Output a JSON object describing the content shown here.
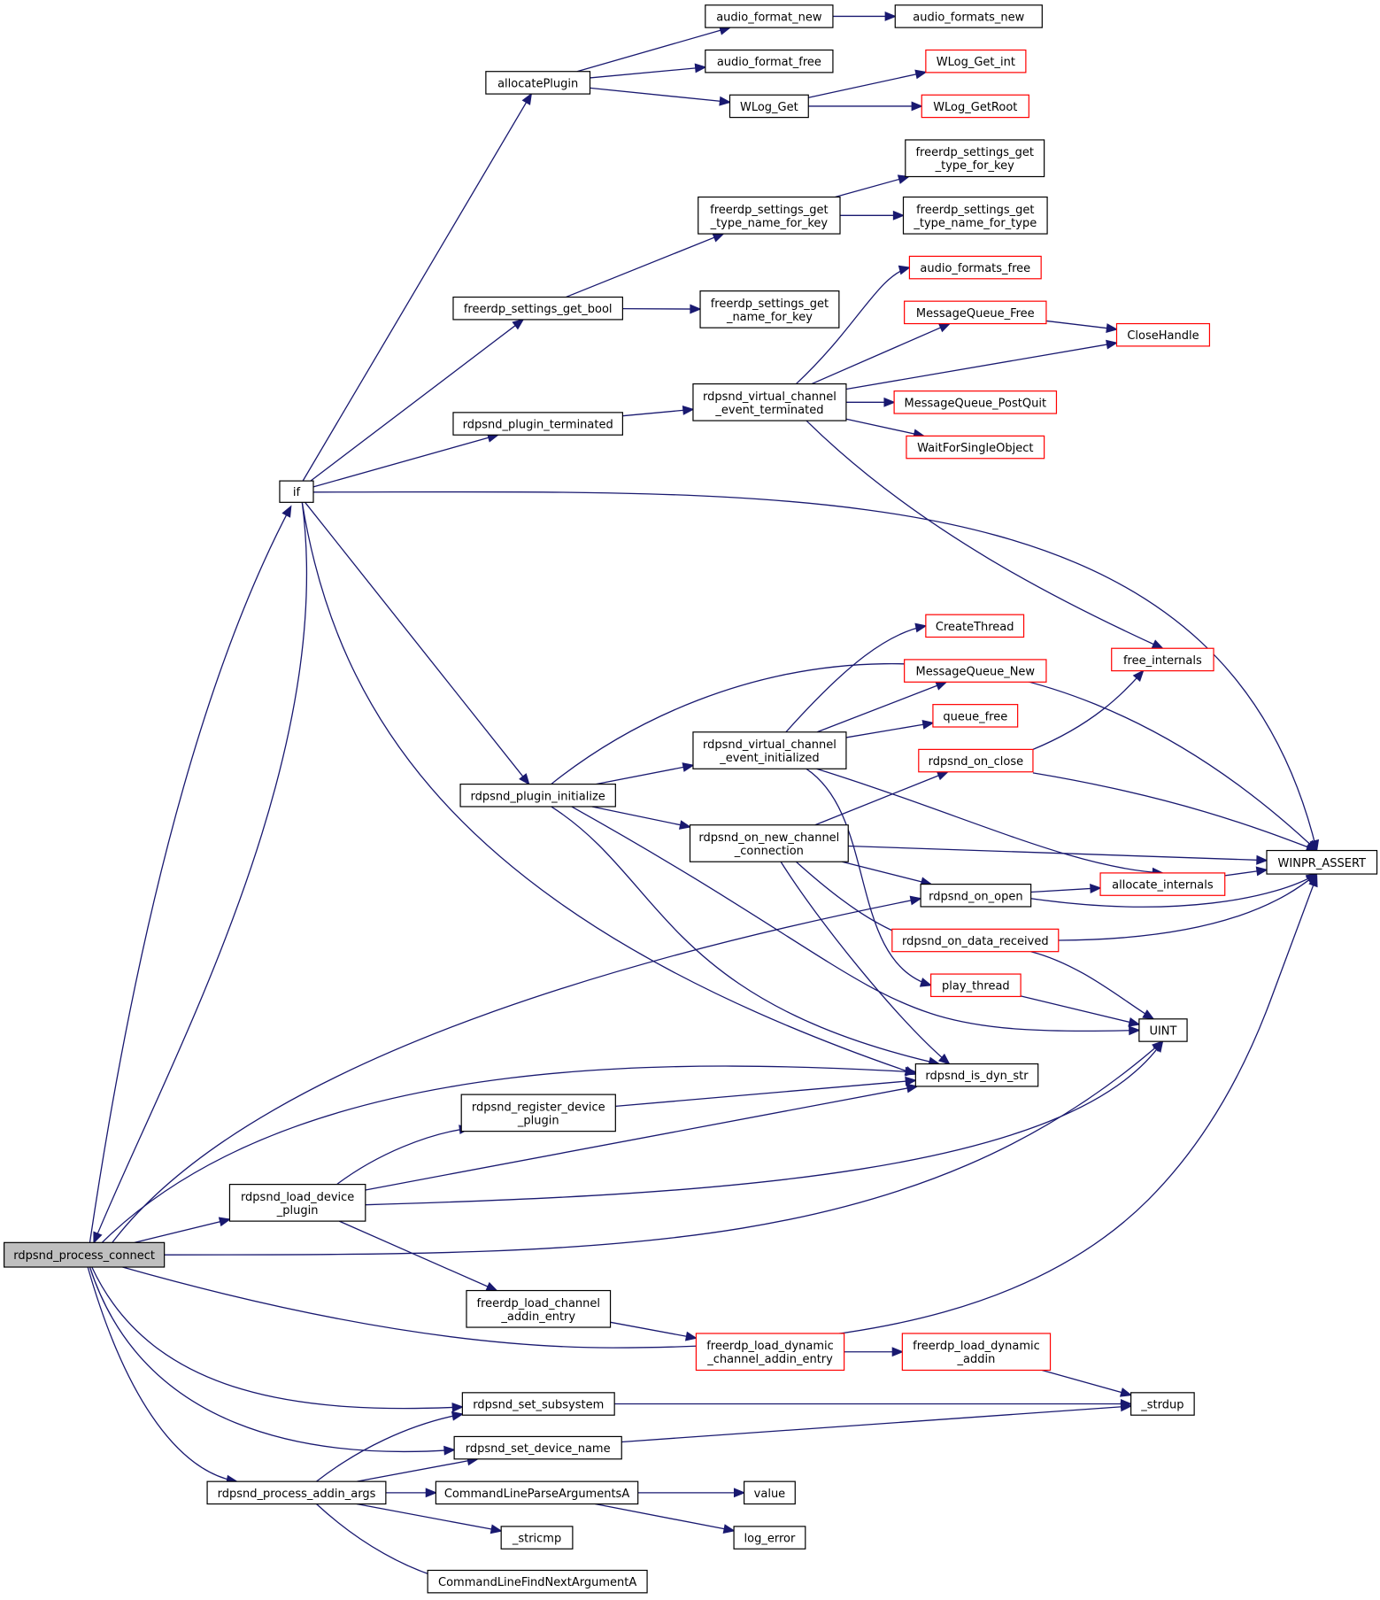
{
  "colors": {
    "edge": "#191970",
    "border_normal": "#000000",
    "border_truncated": "#ff0000",
    "fill_normal": "#ffffff",
    "fill_root": "#bfbfbf"
  },
  "nodes": [
    {
      "id": "root",
      "label": "rdpsnd_process_connect",
      "style": "root"
    },
    {
      "id": "if",
      "label": "if",
      "style": "normal"
    },
    {
      "id": "allocatePlugin",
      "label": "allocatePlugin",
      "style": "normal"
    },
    {
      "id": "audio_format_new",
      "label": "audio_format_new",
      "style": "normal"
    },
    {
      "id": "audio_formats_new",
      "label": "audio_formats_new",
      "style": "normal"
    },
    {
      "id": "audio_format_free",
      "label": "audio_format_free",
      "style": "normal"
    },
    {
      "id": "WLog_Get",
      "label": "WLog_Get",
      "style": "normal"
    },
    {
      "id": "WLog_Get_int",
      "label": "WLog_Get_int",
      "style": "truncated"
    },
    {
      "id": "WLog_GetRoot",
      "label": "WLog_GetRoot",
      "style": "truncated"
    },
    {
      "id": "fs_get_type_for_key",
      "label": "freerdp_settings_get\n_type_for_key",
      "style": "normal"
    },
    {
      "id": "fs_get_type_name_for_key",
      "label": "freerdp_settings_get\n_type_name_for_key",
      "style": "normal"
    },
    {
      "id": "fs_get_type_name_for_type",
      "label": "freerdp_settings_get\n_type_name_for_type",
      "style": "normal"
    },
    {
      "id": "fs_get_bool",
      "label": "freerdp_settings_get_bool",
      "style": "normal"
    },
    {
      "id": "fs_get_name_for_key",
      "label": "freerdp_settings_get\n_name_for_key",
      "style": "normal"
    },
    {
      "id": "audio_formats_free",
      "label": "audio_formats_free",
      "style": "truncated"
    },
    {
      "id": "MessageQueue_Free",
      "label": "MessageQueue_Free",
      "style": "truncated"
    },
    {
      "id": "CloseHandle",
      "label": "CloseHandle",
      "style": "truncated"
    },
    {
      "id": "rdpsnd_plugin_terminated",
      "label": "rdpsnd_plugin_terminated",
      "style": "normal"
    },
    {
      "id": "vc_event_terminated",
      "label": "rdpsnd_virtual_channel\n_event_terminated",
      "style": "normal"
    },
    {
      "id": "MessageQueue_PostQuit",
      "label": "MessageQueue_PostQuit",
      "style": "truncated"
    },
    {
      "id": "WaitForSingleObject",
      "label": "WaitForSingleObject",
      "style": "truncated"
    },
    {
      "id": "CreateThread",
      "label": "CreateThread",
      "style": "truncated"
    },
    {
      "id": "free_internals",
      "label": "free_internals",
      "style": "truncated"
    },
    {
      "id": "MessageQueue_New",
      "label": "MessageQueue_New",
      "style": "truncated"
    },
    {
      "id": "queue_free",
      "label": "queue_free",
      "style": "truncated"
    },
    {
      "id": "vc_event_initialized",
      "label": "rdpsnd_virtual_channel\n_event_initialized",
      "style": "normal"
    },
    {
      "id": "rdpsnd_on_close",
      "label": "rdpsnd_on_close",
      "style": "truncated"
    },
    {
      "id": "rdpsnd_plugin_initialize",
      "label": "rdpsnd_plugin_initialize",
      "style": "normal"
    },
    {
      "id": "on_new_channel_connection",
      "label": "rdpsnd_on_new_channel\n_connection",
      "style": "normal"
    },
    {
      "id": "WINPR_ASSERT",
      "label": "WINPR_ASSERT",
      "style": "normal"
    },
    {
      "id": "allocate_internals",
      "label": "allocate_internals",
      "style": "truncated"
    },
    {
      "id": "rdpsnd_on_open",
      "label": "rdpsnd_on_open",
      "style": "normal"
    },
    {
      "id": "rdpsnd_on_data_received",
      "label": "rdpsnd_on_data_received",
      "style": "truncated"
    },
    {
      "id": "play_thread",
      "label": "play_thread",
      "style": "truncated"
    },
    {
      "id": "UINT",
      "label": "UINT",
      "style": "normal"
    },
    {
      "id": "rdpsnd_is_dyn_str",
      "label": "rdpsnd_is_dyn_str",
      "style": "normal"
    },
    {
      "id": "register_device_plugin",
      "label": "rdpsnd_register_device\n_plugin",
      "style": "normal"
    },
    {
      "id": "load_device_plugin",
      "label": "rdpsnd_load_device\n_plugin",
      "style": "normal"
    },
    {
      "id": "load_channel_addin_entry",
      "label": "freerdp_load_channel\n_addin_entry",
      "style": "normal"
    },
    {
      "id": "load_dynamic_channel_addin_entry",
      "label": "freerdp_load_dynamic\n_channel_addin_entry",
      "style": "truncated"
    },
    {
      "id": "load_dynamic_addin",
      "label": "freerdp_load_dynamic\n_addin",
      "style": "truncated"
    },
    {
      "id": "set_subsystem",
      "label": "rdpsnd_set_subsystem",
      "style": "normal"
    },
    {
      "id": "strdup",
      "label": "_strdup",
      "style": "normal"
    },
    {
      "id": "set_device_name",
      "label": "rdpsnd_set_device_name",
      "style": "normal"
    },
    {
      "id": "process_addin_args",
      "label": "rdpsnd_process_addin_args",
      "style": "normal"
    },
    {
      "id": "CommandLineParseArgumentsA",
      "label": "CommandLineParseArgumentsA",
      "style": "normal"
    },
    {
      "id": "value",
      "label": "value",
      "style": "normal"
    },
    {
      "id": "stricmp",
      "label": "_stricmp",
      "style": "normal"
    },
    {
      "id": "log_error",
      "label": "log_error",
      "style": "normal"
    },
    {
      "id": "CommandLineFindNextArgumentA",
      "label": "CommandLineFindNextArgumentA",
      "style": "normal"
    }
  ],
  "edges": [
    {
      "from": "root",
      "to": "if"
    },
    {
      "from": "root",
      "to": "rdpsnd_on_open"
    },
    {
      "from": "root",
      "to": "rdpsnd_is_dyn_str"
    },
    {
      "from": "root",
      "to": "load_device_plugin"
    },
    {
      "from": "root",
      "to": "UINT"
    },
    {
      "from": "root",
      "to": "WINPR_ASSERT"
    },
    {
      "from": "root",
      "to": "set_subsystem"
    },
    {
      "from": "root",
      "to": "set_device_name"
    },
    {
      "from": "root",
      "to": "process_addin_args"
    },
    {
      "from": "if",
      "to": "root"
    },
    {
      "from": "if",
      "to": "allocatePlugin"
    },
    {
      "from": "if",
      "to": "fs_get_bool"
    },
    {
      "from": "if",
      "to": "rdpsnd_plugin_terminated"
    },
    {
      "from": "if",
      "to": "WINPR_ASSERT"
    },
    {
      "from": "if",
      "to": "rdpsnd_plugin_initialize"
    },
    {
      "from": "if",
      "to": "rdpsnd_is_dyn_str"
    },
    {
      "from": "allocatePlugin",
      "to": "audio_format_new"
    },
    {
      "from": "allocatePlugin",
      "to": "audio_format_free"
    },
    {
      "from": "allocatePlugin",
      "to": "WLog_Get"
    },
    {
      "from": "audio_format_new",
      "to": "audio_formats_new"
    },
    {
      "from": "WLog_Get",
      "to": "WLog_Get_int"
    },
    {
      "from": "WLog_Get",
      "to": "WLog_GetRoot"
    },
    {
      "from": "fs_get_bool",
      "to": "fs_get_type_name_for_key"
    },
    {
      "from": "fs_get_bool",
      "to": "fs_get_name_for_key"
    },
    {
      "from": "fs_get_type_name_for_key",
      "to": "fs_get_type_for_key"
    },
    {
      "from": "fs_get_type_name_for_key",
      "to": "fs_get_type_name_for_type"
    },
    {
      "from": "rdpsnd_plugin_terminated",
      "to": "vc_event_terminated"
    },
    {
      "from": "vc_event_terminated",
      "to": "audio_formats_free"
    },
    {
      "from": "vc_event_terminated",
      "to": "MessageQueue_Free"
    },
    {
      "from": "vc_event_terminated",
      "to": "CloseHandle"
    },
    {
      "from": "vc_event_terminated",
      "to": "MessageQueue_PostQuit"
    },
    {
      "from": "vc_event_terminated",
      "to": "WaitForSingleObject"
    },
    {
      "from": "vc_event_terminated",
      "to": "free_internals"
    },
    {
      "from": "MessageQueue_Free",
      "to": "CloseHandle"
    },
    {
      "from": "rdpsnd_plugin_initialize",
      "to": "WINPR_ASSERT"
    },
    {
      "from": "rdpsnd_plugin_initialize",
      "to": "vc_event_initialized"
    },
    {
      "from": "rdpsnd_plugin_initialize",
      "to": "on_new_channel_connection"
    },
    {
      "from": "rdpsnd_plugin_initialize",
      "to": "rdpsnd_is_dyn_str"
    },
    {
      "from": "rdpsnd_plugin_initialize",
      "to": "UINT"
    },
    {
      "from": "vc_event_initialized",
      "to": "CreateThread"
    },
    {
      "from": "vc_event_initialized",
      "to": "MessageQueue_New"
    },
    {
      "from": "vc_event_initialized",
      "to": "queue_free"
    },
    {
      "from": "vc_event_initialized",
      "to": "allocate_internals"
    },
    {
      "from": "vc_event_initialized",
      "to": "play_thread"
    },
    {
      "from": "on_new_channel_connection",
      "to": "rdpsnd_on_close"
    },
    {
      "from": "on_new_channel_connection",
      "to": "WINPR_ASSERT"
    },
    {
      "from": "on_new_channel_connection",
      "to": "rdpsnd_on_open"
    },
    {
      "from": "on_new_channel_connection",
      "to": "rdpsnd_on_data_received"
    },
    {
      "from": "on_new_channel_connection",
      "to": "rdpsnd_is_dyn_str"
    },
    {
      "from": "rdpsnd_on_close",
      "to": "free_internals"
    },
    {
      "from": "rdpsnd_on_close",
      "to": "WINPR_ASSERT"
    },
    {
      "from": "rdpsnd_on_open",
      "to": "allocate_internals"
    },
    {
      "from": "rdpsnd_on_open",
      "to": "WINPR_ASSERT"
    },
    {
      "from": "allocate_internals",
      "to": "WINPR_ASSERT"
    },
    {
      "from": "rdpsnd_on_data_received",
      "to": "WINPR_ASSERT"
    },
    {
      "from": "rdpsnd_on_data_received",
      "to": "UINT"
    },
    {
      "from": "play_thread",
      "to": "UINT"
    },
    {
      "from": "load_device_plugin",
      "to": "register_device_plugin"
    },
    {
      "from": "load_device_plugin",
      "to": "rdpsnd_is_dyn_str"
    },
    {
      "from": "load_device_plugin",
      "to": "UINT"
    },
    {
      "from": "load_device_plugin",
      "to": "load_channel_addin_entry"
    },
    {
      "from": "register_device_plugin",
      "to": "rdpsnd_is_dyn_str"
    },
    {
      "from": "load_channel_addin_entry",
      "to": "load_dynamic_channel_addin_entry"
    },
    {
      "from": "load_dynamic_channel_addin_entry",
      "to": "load_dynamic_addin"
    },
    {
      "from": "load_dynamic_addin",
      "to": "strdup"
    },
    {
      "from": "set_subsystem",
      "to": "strdup"
    },
    {
      "from": "set_device_name",
      "to": "strdup"
    },
    {
      "from": "process_addin_args",
      "to": "set_subsystem"
    },
    {
      "from": "process_addin_args",
      "to": "set_device_name"
    },
    {
      "from": "process_addin_args",
      "to": "CommandLineParseArgumentsA"
    },
    {
      "from": "process_addin_args",
      "to": "stricmp"
    },
    {
      "from": "process_addin_args",
      "to": "CommandLineFindNextArgumentA"
    },
    {
      "from": "CommandLineParseArgumentsA",
      "to": "value"
    },
    {
      "from": "CommandLineParseArgumentsA",
      "to": "log_error"
    }
  ]
}
